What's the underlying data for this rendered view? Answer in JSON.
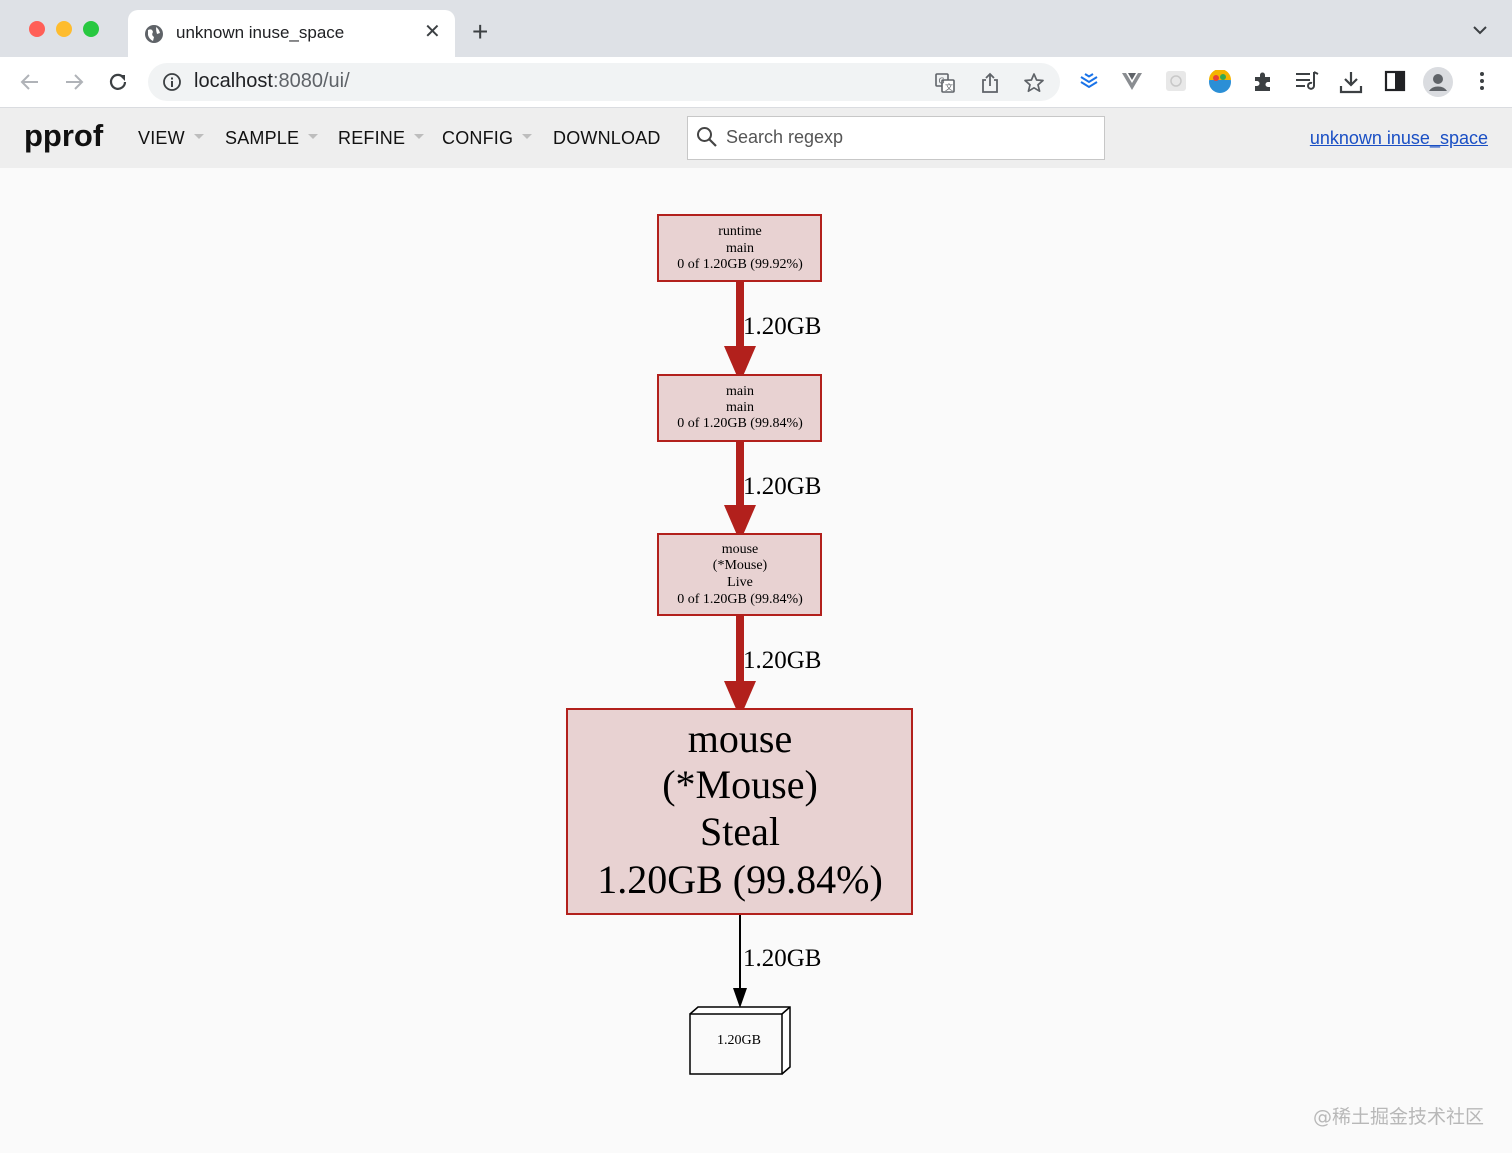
{
  "tab": {
    "title": "unknown inuse_space",
    "close_label": "✕",
    "new_tab_label": "+"
  },
  "address_bar": {
    "host": "localhost",
    "port_path": ":8080/ui/"
  },
  "pprof": {
    "logo": "pprof",
    "menus": [
      "VIEW",
      "SAMPLE",
      "REFINE",
      "CONFIG",
      "DOWNLOAD"
    ],
    "search_placeholder": "Search regexp",
    "profile_link": "unknown inuse_space"
  },
  "graph": {
    "nodes": [
      {
        "lines": [
          "runtime",
          "main",
          "0 of 1.20GB (99.92%)"
        ]
      },
      {
        "lines": [
          "main",
          "main",
          "0 of 1.20GB (99.84%)"
        ]
      },
      {
        "lines": [
          "mouse",
          "(*Mouse)",
          "Live",
          "0 of 1.20GB (99.84%)"
        ]
      },
      {
        "lines": [
          "mouse",
          "(*Mouse)",
          "Steal",
          "1.20GB (99.84%)"
        ]
      },
      {
        "lines": [
          "1.20GB"
        ]
      }
    ],
    "edges": [
      "1.20GB",
      "1.20GB",
      "1.20GB",
      "1.20GB"
    ],
    "colors": {
      "node_fill": "#e8d2d2",
      "node_stroke": "#b2201c",
      "edge_hot": "#b2201c",
      "edge_plain": "#000000"
    }
  },
  "watermark": "@稀土掘金技术社区"
}
